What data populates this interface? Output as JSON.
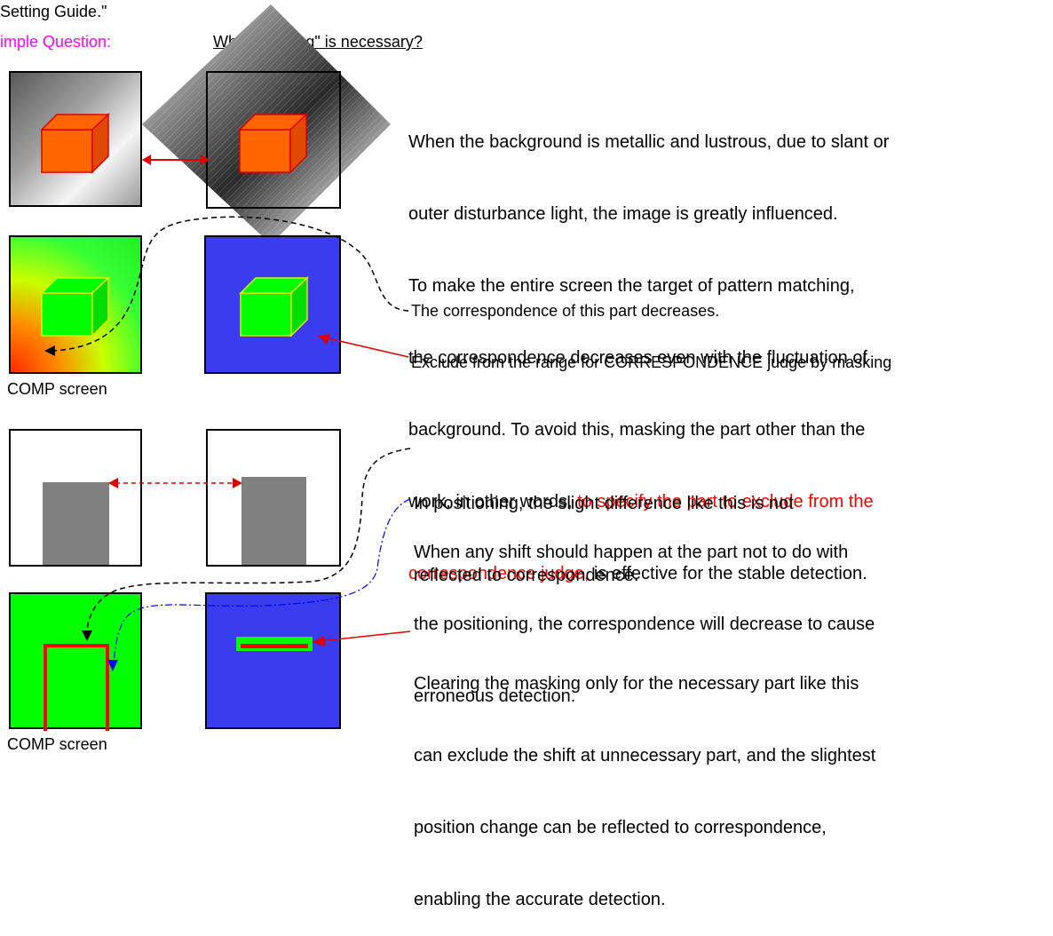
{
  "header": {
    "line1": "Setting Guide.\"",
    "question_label": "imple Question:",
    "question_text": "Why \"Masking\" is necessary?"
  },
  "top_section": {
    "paragraph_lines": [
      "When the background is metallic and lustrous, due to slant or",
      "outer disturbance light, the image is greatly influenced.",
      "To make the entire screen the target of pattern matching,",
      "the correspondence decreases even with the fluctuation of",
      "background. To avoid this, masking the part other than the"
    ],
    "line6_black": "work, in other words, ",
    "line6_red": "to specify the part to exclude from the",
    "line7_red": "correspondence judge,",
    "line7_black": " is effective for the stable detection.",
    "decrease_note": "The correspondence of this part decreases.",
    "exclude_note": "Exclude from the range for CORRESPONDENCE judge by masking",
    "comp_label": "COMP screen"
  },
  "bottom_section": {
    "positioning_lines": [
      "In positioning, the slight difference like this is not",
      "reflected to correspondence."
    ],
    "shift_lines": [
      "When any shift should happen at the part not to do with",
      "the positioning, the correspondence will decrease to cause",
      "erroneous detection."
    ],
    "clearing_lines": [
      "Clearing the masking only for the necessary part like this",
      "can exclude the shift at unnecessary part, and the slightest",
      "position change can be reflected to correspondence,",
      "enabling the accurate detection."
    ],
    "comp_label": "COMP screen"
  },
  "colors": {
    "magenta": "#ff00ff",
    "red": "#ff0000",
    "green": "#00ff00",
    "blue": "#3b3bf0",
    "orange": "#ff6600",
    "gray": "#808080"
  }
}
